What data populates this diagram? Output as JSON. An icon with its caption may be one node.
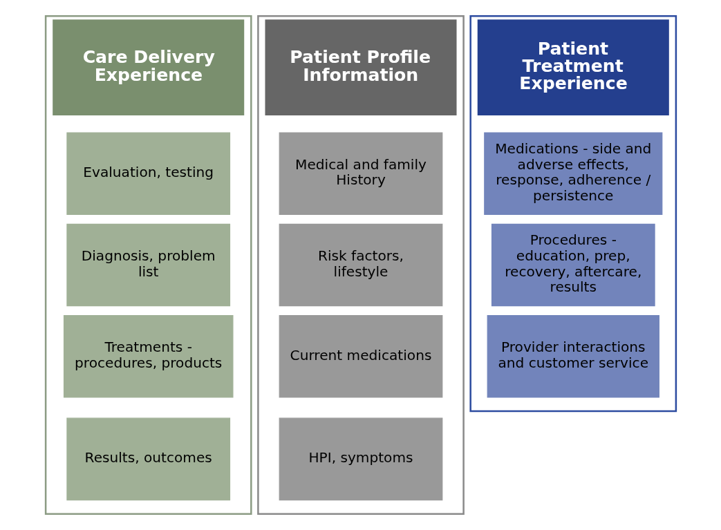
{
  "diagram": {
    "nodes": [
      {
        "text": [
          "Care Delivery Experience"
        ]
      },
      {
        "text": [
          "Evaluation, testing"
        ],
        "in": 0
      },
      {
        "text": [
          "Diagnosis, problem list"
        ],
        "in": 0
      },
      {
        "text": [
          "Treatments - procedures, products"
        ],
        "in": 0
      },
      {
        "text": [
          "Results, outcomes"
        ],
        "in": 0
      },
      {
        "text": [
          "Patient Profile Information"
        ]
      },
      {
        "text": [
          "Medical and family History"
        ],
        "in": 5
      },
      {
        "text": [
          "Risk factors, lifestyle"
        ],
        "in": 5
      },
      {
        "text": [
          "Current medications"
        ],
        "in": 5
      },
      {
        "text": [
          "HPI, symptoms"
        ],
        "in": 5
      },
      {
        "text": [
          "Patient Treatment Experience"
        ]
      },
      {
        "text": [
          "Medications - side and adverse effects, response, adherence / persistence"
        ],
        "in": 10
      },
      {
        "text": [
          "Procedures - education, prep, recovery, aftercare, results"
        ],
        "in": 10
      },
      {
        "text": [
          "Provider interactions and customer service"
        ],
        "in": 10
      }
    ],
    "edges": []
  }
}
